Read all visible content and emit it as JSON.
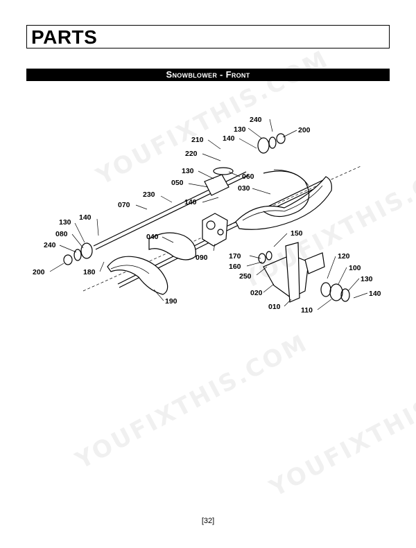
{
  "header": {
    "title": "PARTS"
  },
  "section": {
    "title": "Snowblower - Front"
  },
  "callouts": [
    "240",
    "130",
    "200",
    "210",
    "140",
    "220",
    "130",
    "060",
    "050",
    "030",
    "230",
    "140",
    "070",
    "140",
    "130",
    "080",
    "040",
    "150",
    "240",
    "090",
    "170",
    "160",
    "200",
    "180",
    "250",
    "120",
    "100",
    "130",
    "020",
    "140",
    "010",
    "110",
    "190"
  ],
  "footer": {
    "page_number": "[32]"
  },
  "watermark": {
    "text": "YOUFIXTHIS.COM"
  }
}
